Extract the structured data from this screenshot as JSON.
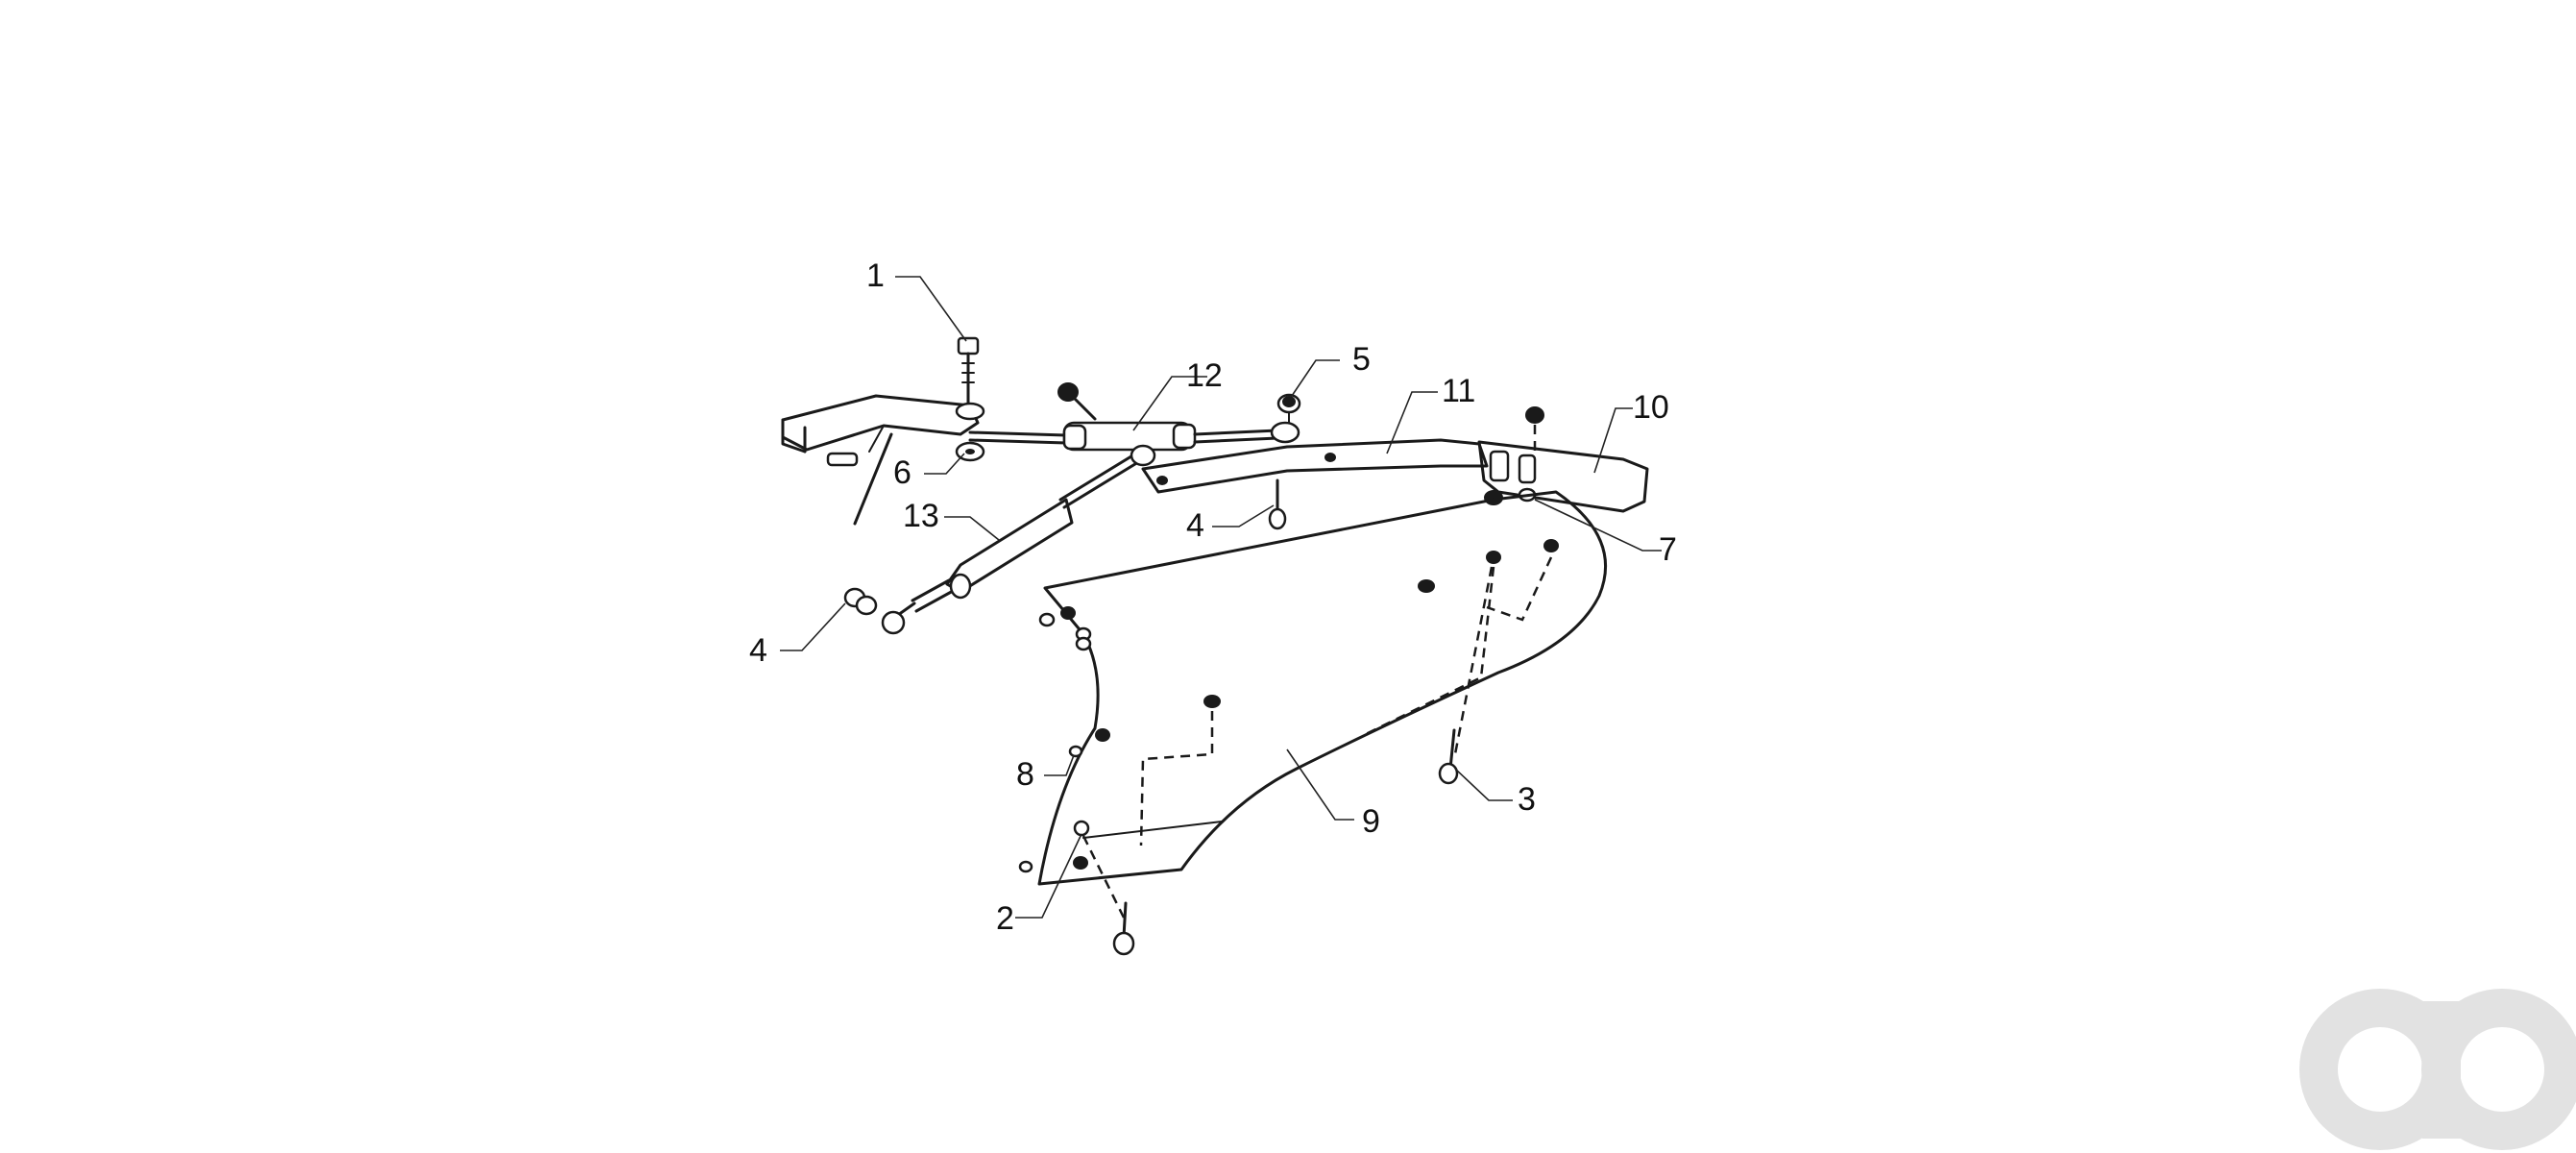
{
  "diagram": {
    "callouts": {
      "c1": "1",
      "c2": "2",
      "c3": "3",
      "c4a": "4",
      "c4b": "4",
      "c5": "5",
      "c6": "6",
      "c7": "7",
      "c8": "8",
      "c9": "9",
      "c10": "10",
      "c11": "11",
      "c12": "12",
      "c13": "13"
    }
  },
  "watermark": {
    "icon": "ao-logo",
    "color": "#e2e2e2"
  }
}
